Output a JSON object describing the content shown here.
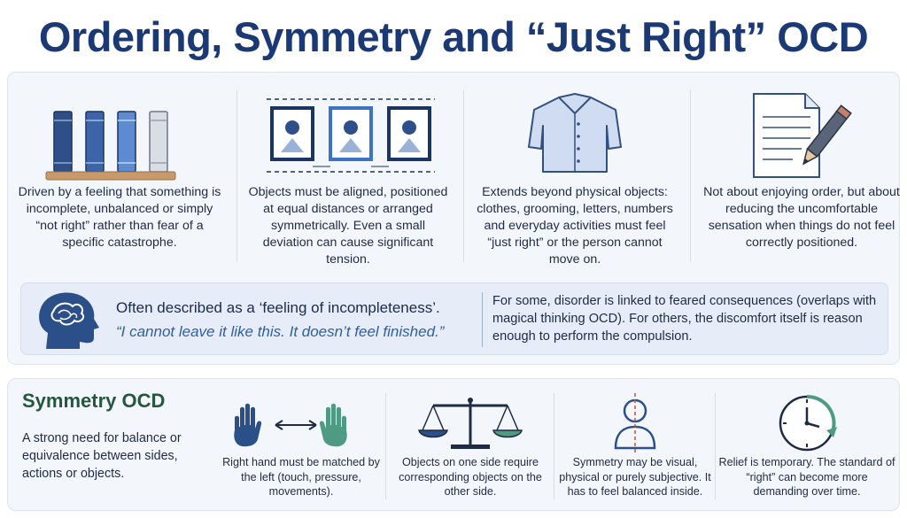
{
  "title": "Ordering, Symmetry and “Just Right” OCD",
  "top_columns": [
    {
      "icon": "books-on-shelf-icon",
      "text": "Driven by a feeling that something is incomplete, unbalanced or simply “not right” rather than fear of a specific catastrophe."
    },
    {
      "icon": "aligned-picture-frames-icon",
      "text": "Objects must be aligned, positioned at equal distances or arranged symmetrically. Even a small deviation can cause significant tension."
    },
    {
      "icon": "shirt-icon",
      "text": "Extends beyond physical objects: clothes, grooming, letters, numbers and everyday activities must feel “just right” or the person cannot move on."
    },
    {
      "icon": "document-pencil-icon",
      "text": "Not about enjoying order, but about reducing the uncomfortable sensation when things do not feel correctly positioned."
    }
  ],
  "banner": {
    "heading": "Often described as a ‘feeling of incompleteness’.",
    "quote": "“I cannot leave it like this. It doesn’t feel finished.”",
    "right_text": "For some, disorder is linked to feared consequences (overlaps with magical thinking OCD). For others, the discomfort itself is reason enough to perform the compulsion."
  },
  "symmetry": {
    "title": "Symmetry OCD",
    "description": "A strong need for balance or equivalence between sides, actions or objects.",
    "columns": [
      {
        "icon": "matched-hands-icon",
        "text": "Right hand must be matched by the left (touch, pressure, movements)."
      },
      {
        "icon": "balance-scale-icon",
        "text": "Objects on one side require corresponding objects on the other side."
      },
      {
        "icon": "symmetric-person-icon",
        "text": "Symmetry may be visual, physical or purely subjective. It has to feel balanced inside."
      },
      {
        "icon": "clock-refresh-icon",
        "text": "Relief is temporary. The standard of “right” can become more demanding over time."
      }
    ]
  },
  "colors": {
    "title": "#1b3a75",
    "accent_blue": "#2f5fa0",
    "accent_green": "#4e9a83",
    "panel_bg": "#f3f6fb",
    "banner_bg": "#e6edf8"
  }
}
